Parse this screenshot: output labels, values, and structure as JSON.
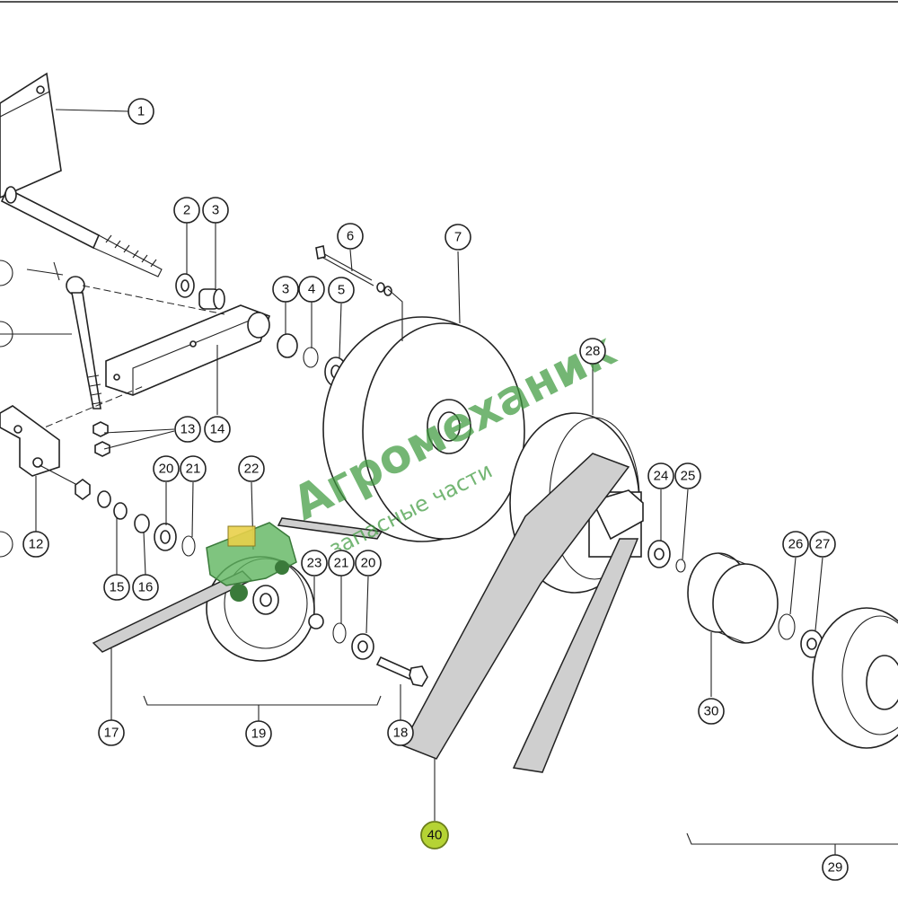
{
  "diagram": {
    "callouts": [
      {
        "id": "c1",
        "label": "1"
      },
      {
        "id": "c2",
        "label": "2"
      },
      {
        "id": "c3a",
        "label": "3"
      },
      {
        "id": "c3b",
        "label": "3"
      },
      {
        "id": "c4",
        "label": "4"
      },
      {
        "id": "c5",
        "label": "5"
      },
      {
        "id": "c6",
        "label": "6"
      },
      {
        "id": "c7",
        "label": "7"
      },
      {
        "id": "c12",
        "label": "12"
      },
      {
        "id": "c13",
        "label": "13"
      },
      {
        "id": "c14",
        "label": "14"
      },
      {
        "id": "c15",
        "label": "15"
      },
      {
        "id": "c16",
        "label": "16"
      },
      {
        "id": "c17",
        "label": "17"
      },
      {
        "id": "c18",
        "label": "18"
      },
      {
        "id": "c19",
        "label": "19"
      },
      {
        "id": "c20a",
        "label": "20"
      },
      {
        "id": "c21a",
        "label": "21"
      },
      {
        "id": "c22",
        "label": "22"
      },
      {
        "id": "c23",
        "label": "23"
      },
      {
        "id": "c21b",
        "label": "21"
      },
      {
        "id": "c20b",
        "label": "20"
      },
      {
        "id": "c24",
        "label": "24"
      },
      {
        "id": "c25",
        "label": "25"
      },
      {
        "id": "c26",
        "label": "26"
      },
      {
        "id": "c27",
        "label": "27"
      },
      {
        "id": "c28",
        "label": "28"
      },
      {
        "id": "c29",
        "label": "29"
      },
      {
        "id": "c30",
        "label": "30"
      },
      {
        "id": "c40",
        "label": "40",
        "highlighted": true
      }
    ]
  },
  "watermark": {
    "brand": "Агромеханик",
    "tagline": "запасные части"
  },
  "colors": {
    "highlight": "#b5d334",
    "watermark": "#3e9a3e",
    "line": "#222222"
  }
}
